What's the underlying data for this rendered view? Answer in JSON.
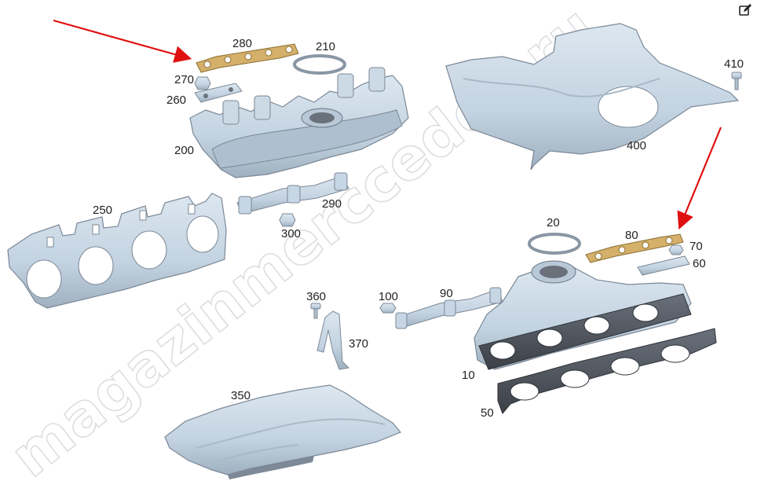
{
  "watermark": "magazinmerccedes.ru",
  "edit_icon": "edit-icon",
  "colors": {
    "part_fill": "#c6d6e4",
    "part_shade": "#9fb0c0",
    "part_dark": "#4a4f57",
    "gasket_gold": "#d4b06a",
    "arrow": "#e01010"
  },
  "callouts": {
    "c10": "10",
    "c20": "20",
    "c50": "50",
    "c60": "60",
    "c70": "70",
    "c80": "80",
    "c90": "90",
    "c100": "100",
    "c200": "200",
    "c210": "210",
    "c250": "250",
    "c260": "260",
    "c270": "270",
    "c280": "280",
    "c290": "290",
    "c300": "300",
    "c350": "350",
    "c360": "360",
    "c370": "370",
    "c400": "400",
    "c410": "410"
  }
}
